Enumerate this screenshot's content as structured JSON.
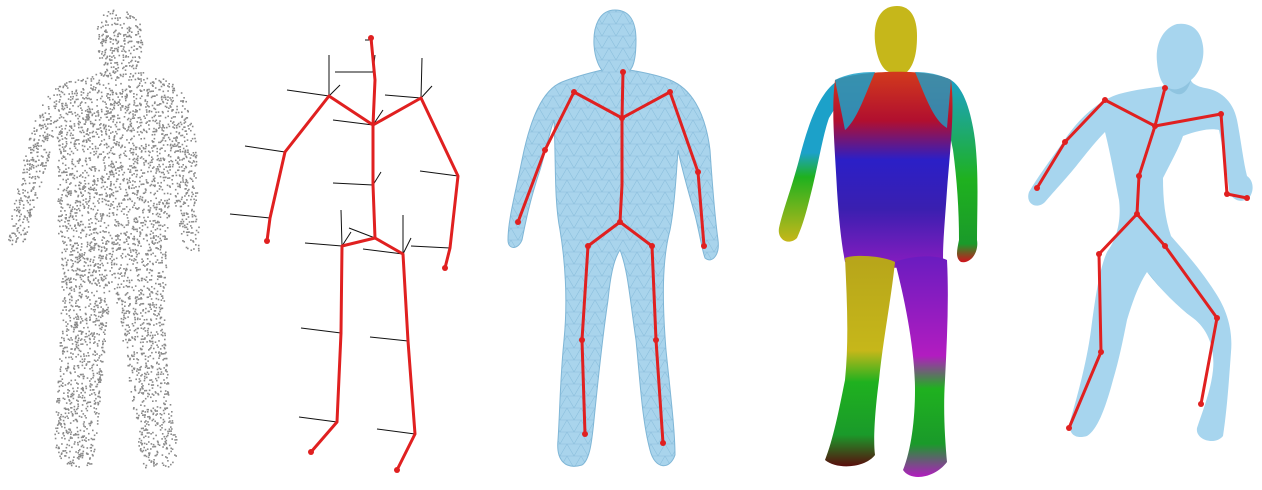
{
  "panels": [
    {
      "name": "point-cloud",
      "icon": "point-cloud-figure"
    },
    {
      "name": "skeleton-with-axes",
      "icon": "skeleton-figure"
    },
    {
      "name": "mesh-with-skeleton",
      "icon": "wireframe-mesh-figure"
    },
    {
      "name": "segmented-colored-body",
      "icon": "colored-body-figure"
    },
    {
      "name": "posed-body-with-skeleton",
      "icon": "posed-body-figure"
    }
  ],
  "colors": {
    "point_cloud": "#8a8a8a",
    "skeleton": "#e02020",
    "axis_lines": "#111111",
    "mesh_fill": "#a9d4ec",
    "mesh_lines": "#7fb6d6",
    "body_fill": "#a7d5ee",
    "segment_colors": [
      "#c6b71a",
      "#d23a1c",
      "#2b1fc7",
      "#1ca1c9",
      "#1fb11f",
      "#8a1cc0",
      "#d1121c",
      "#5a0d0d"
    ]
  }
}
